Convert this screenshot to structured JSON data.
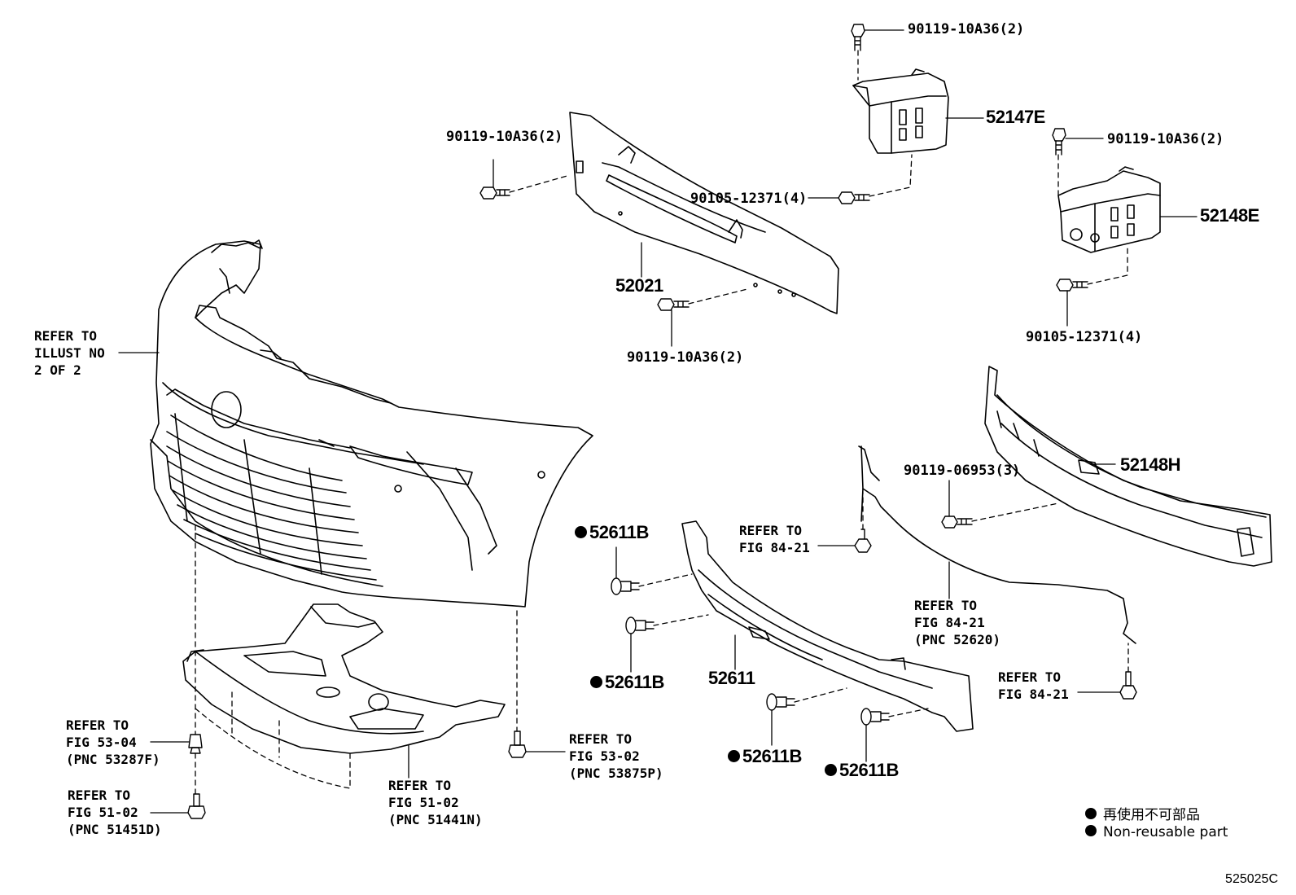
{
  "labels": {
    "bolt_top_bracket": "90119-10A36(2)",
    "bracket_upper_right": "52147E",
    "bolt_left_reinforcement": "90119-10A36(2)",
    "bolt_right_bracket_top": "90119-10A36(2)",
    "bolt_bracket_mid": "90105-12371(4)",
    "bracket_lower_right": "52148E",
    "reinforcement": "52021",
    "bolt_reinforcement_bottom": "90119-10A36(2)",
    "bolt_lower_bracket": "90105-12371(4)",
    "refer_illust": "REFER TO\nILLUST NO\n2 OF 2",
    "absorber_right": "52148H",
    "bolt_absorber": "90119-06953(3)",
    "refer_fig_84_21_a": "REFER TO\nFIG 84-21",
    "clip_1": "52611B",
    "clip_2": "52611B",
    "absorber_lower": "52611",
    "clip_3": "52611B",
    "clip_4": "52611B",
    "refer_fig_84_21_pnc": "REFER TO\nFIG 84-21\n(PNC 52620)",
    "refer_fig_84_21_b": "REFER TO\nFIG 84-21",
    "refer_fig_53_04": "REFER TO\nFIG 53-04\n(PNC 53287F)",
    "refer_fig_53_02": "REFER TO\nFIG 53-02\n(PNC 53875P)",
    "refer_fig_51_02_441": "REFER TO\nFIG 51-02\n(PNC 51441N)",
    "refer_fig_51_02_451": "REFER TO\nFIG 51-02\n(PNC 51451D)"
  },
  "legend": {
    "jp": "再使用不可部品",
    "en": "Non-reusable part"
  },
  "figure_code": "525025C"
}
